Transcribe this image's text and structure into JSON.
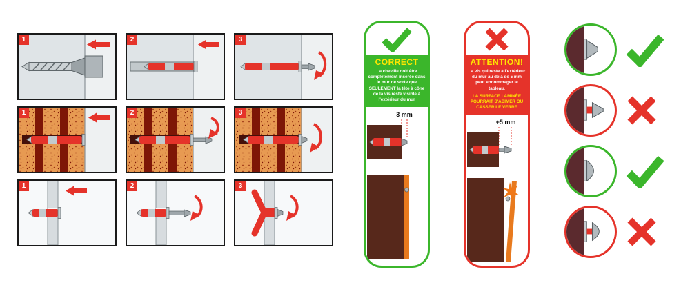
{
  "instructions": {
    "rows": [
      {
        "material": "solid-concrete-wall",
        "steps": [
          {
            "number": "1"
          },
          {
            "number": "2"
          },
          {
            "number": "3"
          }
        ]
      },
      {
        "material": "hollow-brick-wall",
        "steps": [
          {
            "number": "1"
          },
          {
            "number": "2"
          },
          {
            "number": "3"
          }
        ]
      },
      {
        "material": "plasterboard-wall",
        "steps": [
          {
            "number": "1"
          },
          {
            "number": "2"
          },
          {
            "number": "3"
          }
        ]
      }
    ]
  },
  "correct_card": {
    "title": "CORRECT",
    "body": "La cheville doit être complètement insérée dans le mur de sorte que SEULEMENT la tête à cône de la vis reste visible à l'extérieur du mur",
    "measure_label": "3 mm"
  },
  "attention_card": {
    "title": "ATTENTION!",
    "body": "La vis qui reste à l'extérieur du mur au delà de 5 mm peut endommager le tableau.",
    "warning": "LA SURFACE LAMINÉE POURRAIT S'ABIMER OU CASSER LE VERRE",
    "measure_label": "+5 mm"
  },
  "examples": [
    {
      "label": "countersunk-head-flush",
      "result": "correct"
    },
    {
      "label": "countersunk-head-protruding",
      "result": "incorrect"
    },
    {
      "label": "round-head-flush",
      "result": "correct"
    },
    {
      "label": "round-head-protruding",
      "result": "incorrect"
    }
  ],
  "colors": {
    "correct_green": "#3bb62b",
    "error_red": "#e5332a",
    "accent_orange": "#e87a1e",
    "wall_brown": "#57281b",
    "title_yellow": "#ffe600"
  }
}
